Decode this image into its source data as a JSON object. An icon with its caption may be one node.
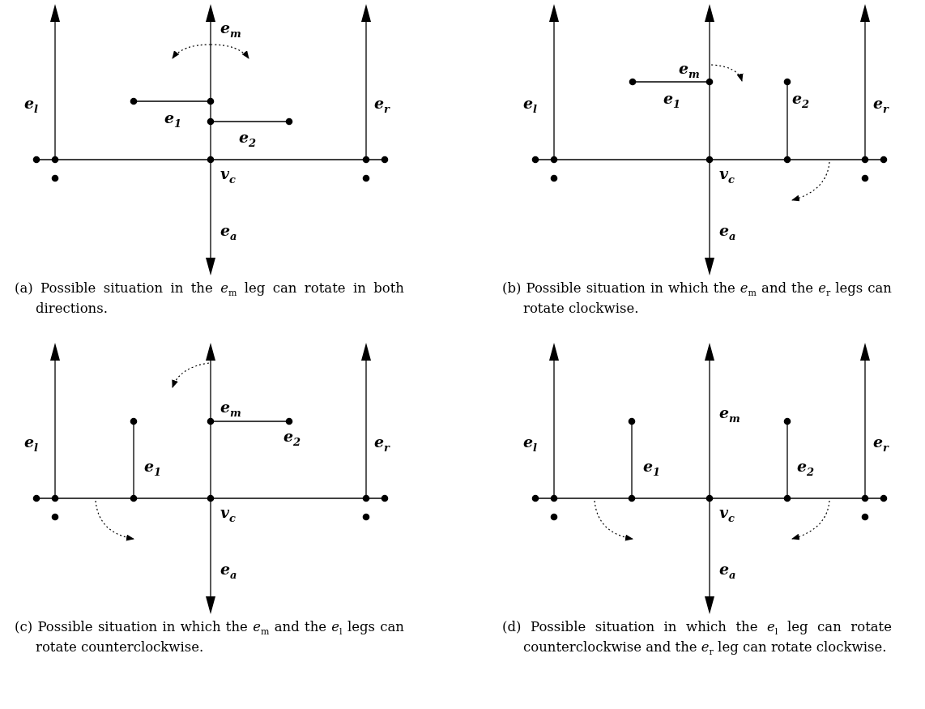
{
  "diagram": {
    "labels": [
      "e$_{m}$",
      "e$_{l}$",
      "e$_{r}$",
      "e$_{1}$",
      "e$_{2}$",
      "v$_{c}$",
      "e$_{a}$",
      "(a) Possible situation in the *e*$_{m}$ leg can rotate in both directions.",
      "e$_{m}$",
      "e$_{l}$",
      "e$_{1}$",
      "e$_{2}$",
      "e$_{r}$",
      "v$_{c}$",
      "e$_{a}$",
      "(b) Possible situation in which the *e*$_{m}$ and the *e*$_{r}$ legs can rotate clockwise.",
      "e$_{m}$",
      "e$_{l}$",
      "e$_{r}$",
      "e$_{2}$",
      "e$_{1}$",
      "v$_{c}$",
      "e$_{a}$",
      "(c) Possible situation in which the *e*$_{m}$ and the *e*$_{l}$ legs can rotate counterclockwise.",
      "e$_{m}$",
      "e$_{l}$",
      "e$_{r}$",
      "e$_{1}$",
      "e$_{2}$",
      "v$_{c}$",
      "e$_{a}$",
      "(d) Possible situation in which the *e*$_{l}$ leg can rotate counterclockwise and the *e*$_{r}$ leg can rotate clockwise."
    ]
  }
}
